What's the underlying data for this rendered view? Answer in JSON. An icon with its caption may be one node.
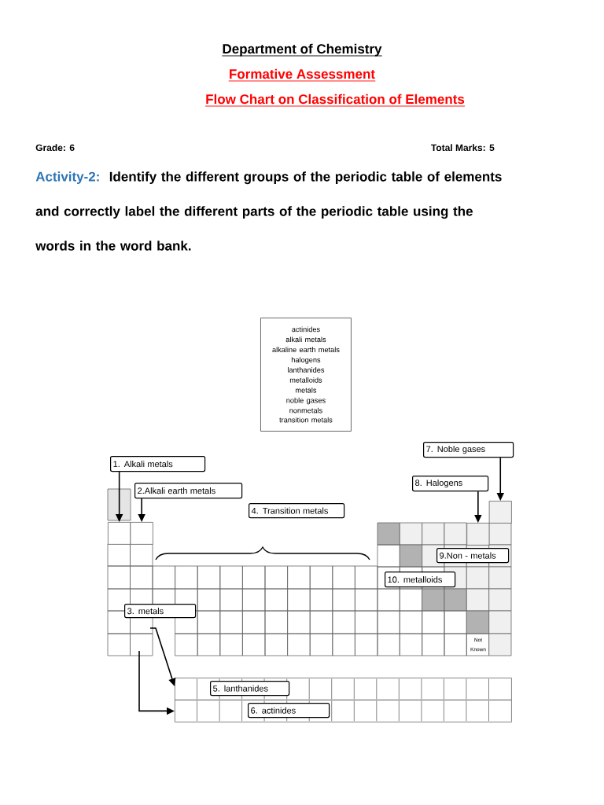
{
  "diagram": {
    "title": "Department of Chemistry",
    "nodes": [
      {
        "text": [
          "actinides",
          "alkali metals",
          "alkaline earth metals",
          "halogens",
          "lanthanides",
          "metalloids",
          "metals",
          "noble gases",
          "nonmetals",
          "transition metals"
        ]
      },
      {
        "text": [
          "7. Noble gases"
        ]
      },
      {
        "text": [
          "1. Alkali metals"
        ]
      },
      {
        "text": [
          "8. Halogens"
        ]
      },
      {
        "text": [
          "2.Alkali earth metals"
        ]
      },
      {
        "text": [
          "4. Transition metals"
        ]
      },
      {
        "text": [
          "9.Non - metals"
        ]
      },
      {
        "text": [
          "10. metalloids"
        ]
      },
      {
        "text": [
          "3. metals"
        ]
      },
      {
        "text": [],
        "shape": "box"
      },
      {
        "text": [
          "5. lanthanides"
        ],
        "in": 9
      },
      {
        "text": [],
        "shape": "box"
      },
      {
        "text": [
          "6. actinides"
        ],
        "in": 11
      },
      {
        "text": [],
        "shape": "box"
      },
      {
        "text": [],
        "shape": "box"
      },
      {
        "text": [],
        "shape": "box"
      },
      {
        "text": [],
        "shape": "box"
      }
    ],
    "edges": [
      {
        "from": 2,
        "to": 13,
        "arrow": "to"
      },
      {
        "from": 4,
        "to": 14,
        "arrow": "to"
      },
      {
        "from": 1,
        "to": 16,
        "arrow": "to"
      },
      {
        "from": 3,
        "to": 15,
        "arrow": "to"
      },
      {
        "from": null,
        "to": 9,
        "arrow": "to"
      },
      {
        "from": null,
        "to": 11,
        "arrow": "to"
      }
    ],
    "labels": [
      "Formative Assessment",
      "Flow Chart on Classification of Elements",
      "Grade: 6",
      "Total Marks: 5",
      "Activity-2:",
      "Identify the different groups of the periodic table of elements and correctly label the different parts of the periodic table using the words in the word bank.",
      "Not Known"
    ]
  }
}
